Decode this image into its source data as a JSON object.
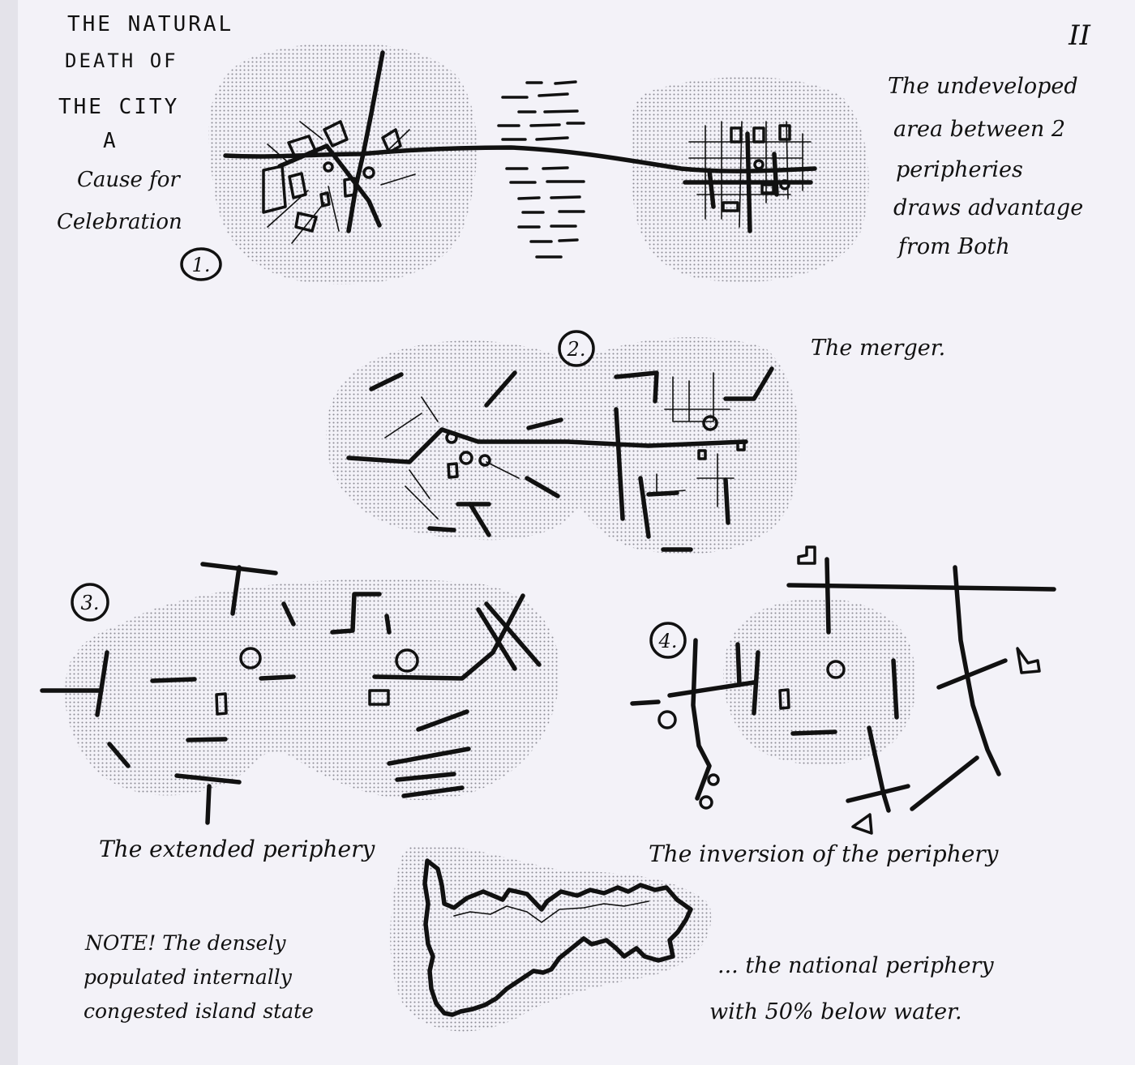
{
  "page_number": "II",
  "title": {
    "line1": "THE NATURAL",
    "line2": "DEATH OF",
    "line3": "THE CITY",
    "line4": "A",
    "line5": "Cause for",
    "line6": "Celebration"
  },
  "diagram1": {
    "number": "1.",
    "caption_lines": [
      "The undeveloped",
      "area between 2",
      "peripheries",
      "draws advantage",
      "from Both"
    ]
  },
  "diagram2": {
    "number": "2.",
    "caption": "The merger."
  },
  "diagram3": {
    "number": "3.",
    "caption": "The extended periphery"
  },
  "diagram4": {
    "number": "4.",
    "caption": "The inversion of the periphery"
  },
  "diagram5": {
    "caption_lines": [
      "... the national periphery",
      "with 50% below water."
    ]
  },
  "note": {
    "lines": [
      "NOTE! The densely",
      "populated internally",
      "congested island state"
    ]
  },
  "colors": {
    "ink": "#111111",
    "paper": "#f3f2f8",
    "halftone": "#9a9aa2"
  }
}
